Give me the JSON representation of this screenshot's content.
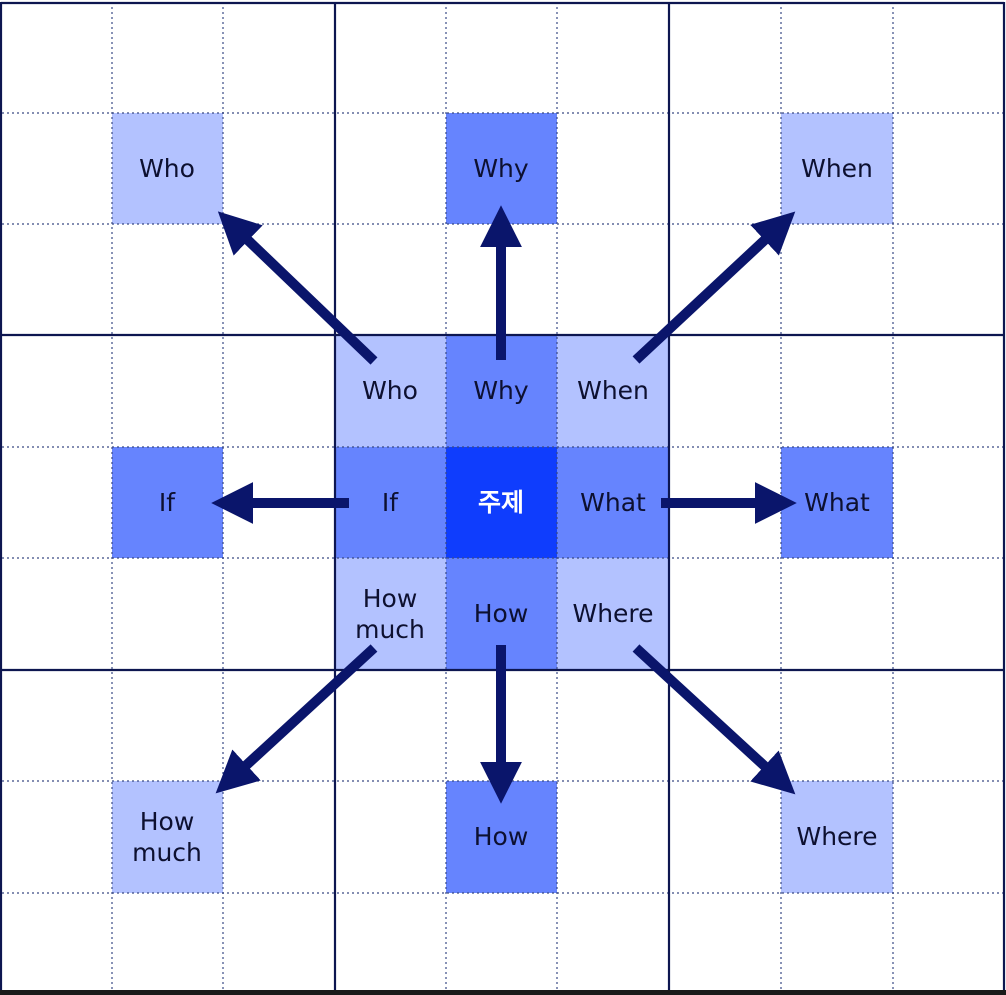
{
  "colors": {
    "light": "#b3c2ff",
    "medium": "#6684fe",
    "center": "#0f3dfd",
    "arrow": "#0a156b",
    "grid_major": "#0d1650",
    "grid_minor": "#3a4a85",
    "text": "#0d1030",
    "center_text": "#ffffff"
  },
  "center": {
    "label": "주제"
  },
  "inner": {
    "who": "Who",
    "why": "Why",
    "when": "When",
    "if": "If",
    "what": "What",
    "how_much_line1": "How",
    "how_much_line2": "much",
    "how": "How",
    "where": "Where"
  },
  "outer": {
    "who": "Who",
    "why": "Why",
    "when": "When",
    "if": "If",
    "what": "What",
    "how_much_line1": "How",
    "how_much_line2": "much",
    "how": "How",
    "where": "Where"
  }
}
